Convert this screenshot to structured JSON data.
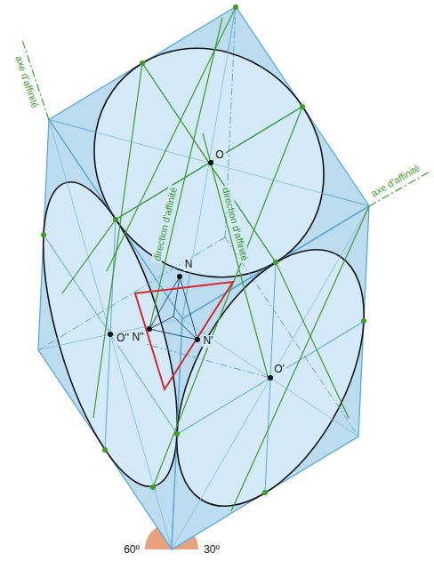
{
  "diagram": {
    "labels": [
      "axe d'affinité",
      "axe d'affinité",
      "direction d'affinité",
      "direction d'affinité",
      "O",
      "N",
      "O''",
      "N''",
      "N'",
      "O'",
      "60º",
      "30º"
    ]
  }
}
